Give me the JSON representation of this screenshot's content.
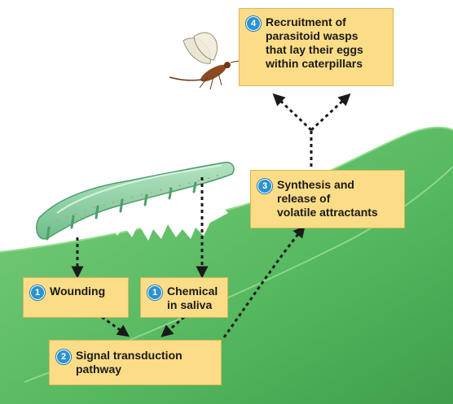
{
  "colors": {
    "box_fill": "#fbdc87",
    "badge": "#2a93cf",
    "leaf": "#5fbf68",
    "caterpillar": "#8fd0a4",
    "arrow": "#1a1a1a"
  },
  "boxes": {
    "recruitment": {
      "number": "4",
      "lines": [
        "Recruitment of",
        "parasitoid wasps",
        "that lay their eggs",
        "within caterpillars"
      ]
    },
    "synthesis": {
      "number": "3",
      "lines": [
        "Synthesis and",
        "release of",
        "volatile attractants"
      ]
    },
    "wounding": {
      "number": "1",
      "lines": [
        "Wounding"
      ]
    },
    "chemical": {
      "number": "1",
      "lines": [
        "Chemical",
        "in saliva"
      ]
    },
    "signal": {
      "number": "2",
      "lines": [
        "Signal transduction",
        "pathway"
      ]
    }
  }
}
